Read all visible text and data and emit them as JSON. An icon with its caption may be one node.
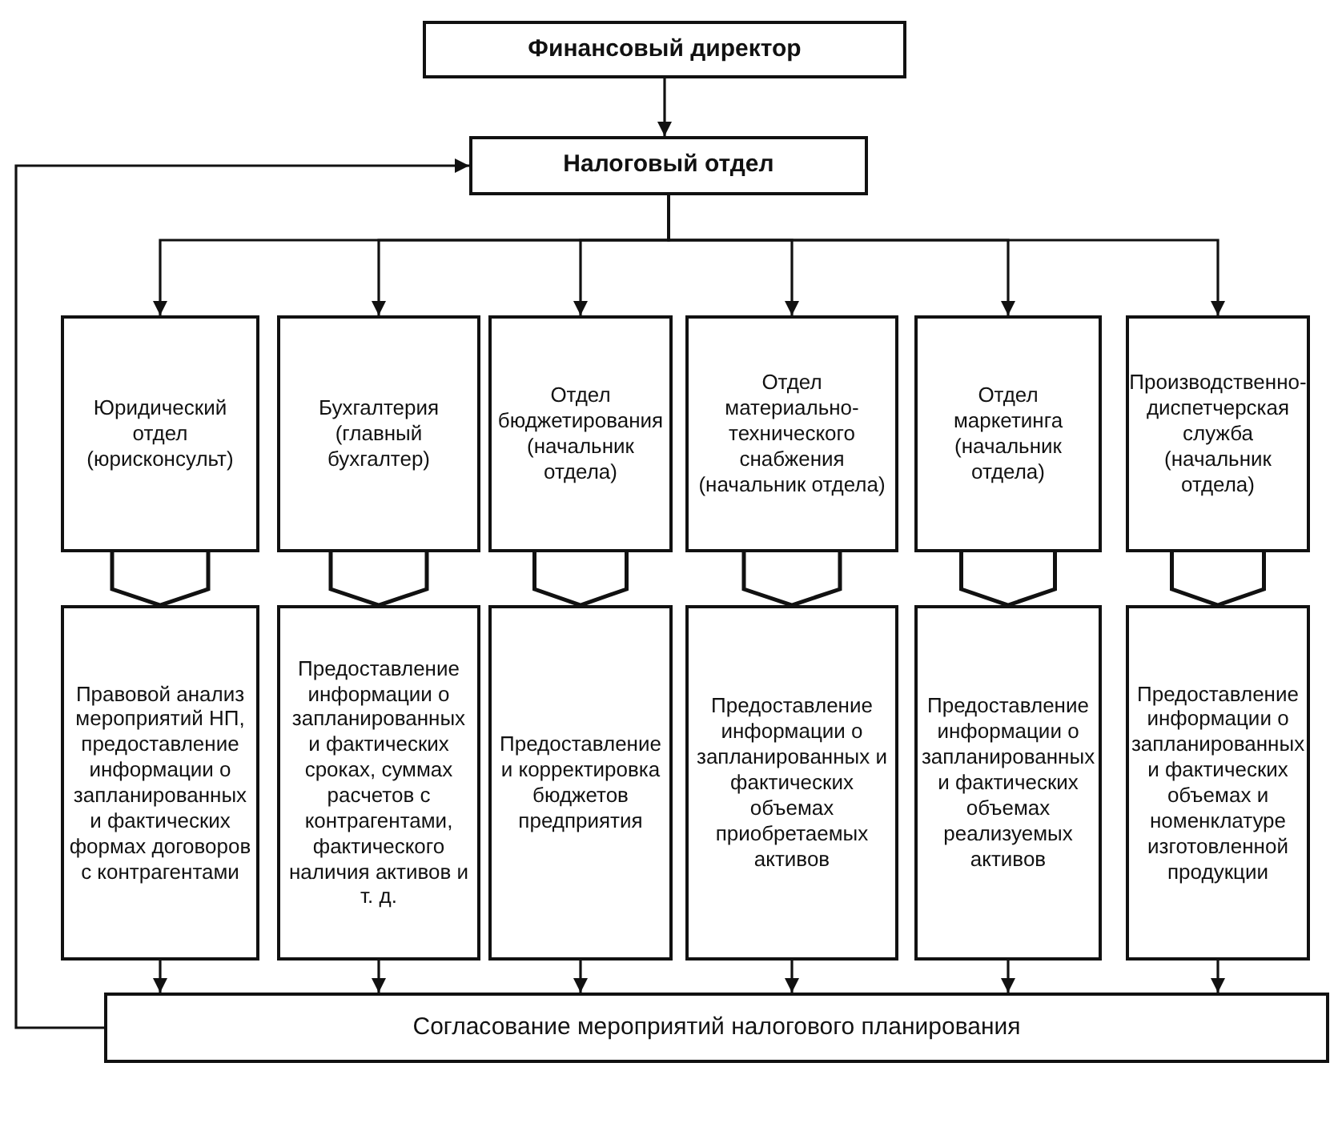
{
  "diagram": {
    "nodes": [
      {
        "text": [
          "Финансовый директор"
        ]
      },
      {
        "text": [
          "Налоговый отдел"
        ]
      },
      {
        "text": [
          "Юридический отдел (юрисконсульт)"
        ]
      },
      {
        "text": [
          "Бухгалтерия (главный бухгалтер)"
        ]
      },
      {
        "text": [
          "Отдел бюджетирования (начальник отдела)"
        ]
      },
      {
        "text": [
          "Отдел материально-технического снабжения (начальник отдела)"
        ]
      },
      {
        "text": [
          "Отдел маркетинга (начальник отдела)"
        ]
      },
      {
        "text": [
          "Производственно-диспетчерская служба (начальник отдела)"
        ]
      },
      {
        "text": [
          "Правовой анализ мероприятий НП, предоставление информации о запланированных и фактических формах договоров с контрагентами"
        ]
      },
      {
        "text": [
          "Предоставление информации о запланированных и фактических сроках, суммах расчетов с контрагентами, фактического наличия активов и т. д."
        ]
      },
      {
        "text": [
          "Предоставление и корректировка бюджетов предприятия"
        ]
      },
      {
        "text": [
          "Предоставление информации о запланированных и фактических объемах приобретаемых активов"
        ]
      },
      {
        "text": [
          "Предоставление информации о запланированных и фактических объемах реализуемых активов"
        ]
      },
      {
        "text": [
          "Предоставление информации о запланированных и фактических объемах и номенклатуре изготовленной продукции"
        ]
      },
      {
        "text": [
          "Согласование мероприятий налогового планирования"
        ]
      }
    ],
    "edges": [
      {
        "from": 0,
        "to": 1,
        "arrow": "to"
      },
      {
        "from": 1,
        "to": 2,
        "arrow": "to"
      },
      {
        "from": 1,
        "to": 3,
        "arrow": "to"
      },
      {
        "from": 1,
        "to": 4,
        "arrow": "to"
      },
      {
        "from": 1,
        "to": 5,
        "arrow": "to"
      },
      {
        "from": 1,
        "to": 6,
        "arrow": "to"
      },
      {
        "from": 1,
        "to": 7,
        "arrow": "to"
      },
      {
        "from": 2,
        "to": 8,
        "arrow": "to",
        "style": "thick"
      },
      {
        "from": 3,
        "to": 9,
        "arrow": "to",
        "style": "thick"
      },
      {
        "from": 4,
        "to": 10,
        "arrow": "to",
        "style": "thick"
      },
      {
        "from": 5,
        "to": 11,
        "arrow": "to",
        "style": "thick"
      },
      {
        "from": 6,
        "to": 12,
        "arrow": "to",
        "style": "thick"
      },
      {
        "from": 7,
        "to": 13,
        "arrow": "to",
        "style": "thick"
      },
      {
        "from": 8,
        "to": 14,
        "arrow": "to"
      },
      {
        "from": 9,
        "to": 14,
        "arrow": "to"
      },
      {
        "from": 10,
        "to": 14,
        "arrow": "to"
      },
      {
        "from": 11,
        "to": 14,
        "arrow": "to"
      },
      {
        "from": 12,
        "to": 14,
        "arrow": "to"
      },
      {
        "from": 13,
        "to": 14,
        "arrow": "to"
      },
      {
        "from": 14,
        "to": 1,
        "arrow": "to"
      }
    ]
  }
}
